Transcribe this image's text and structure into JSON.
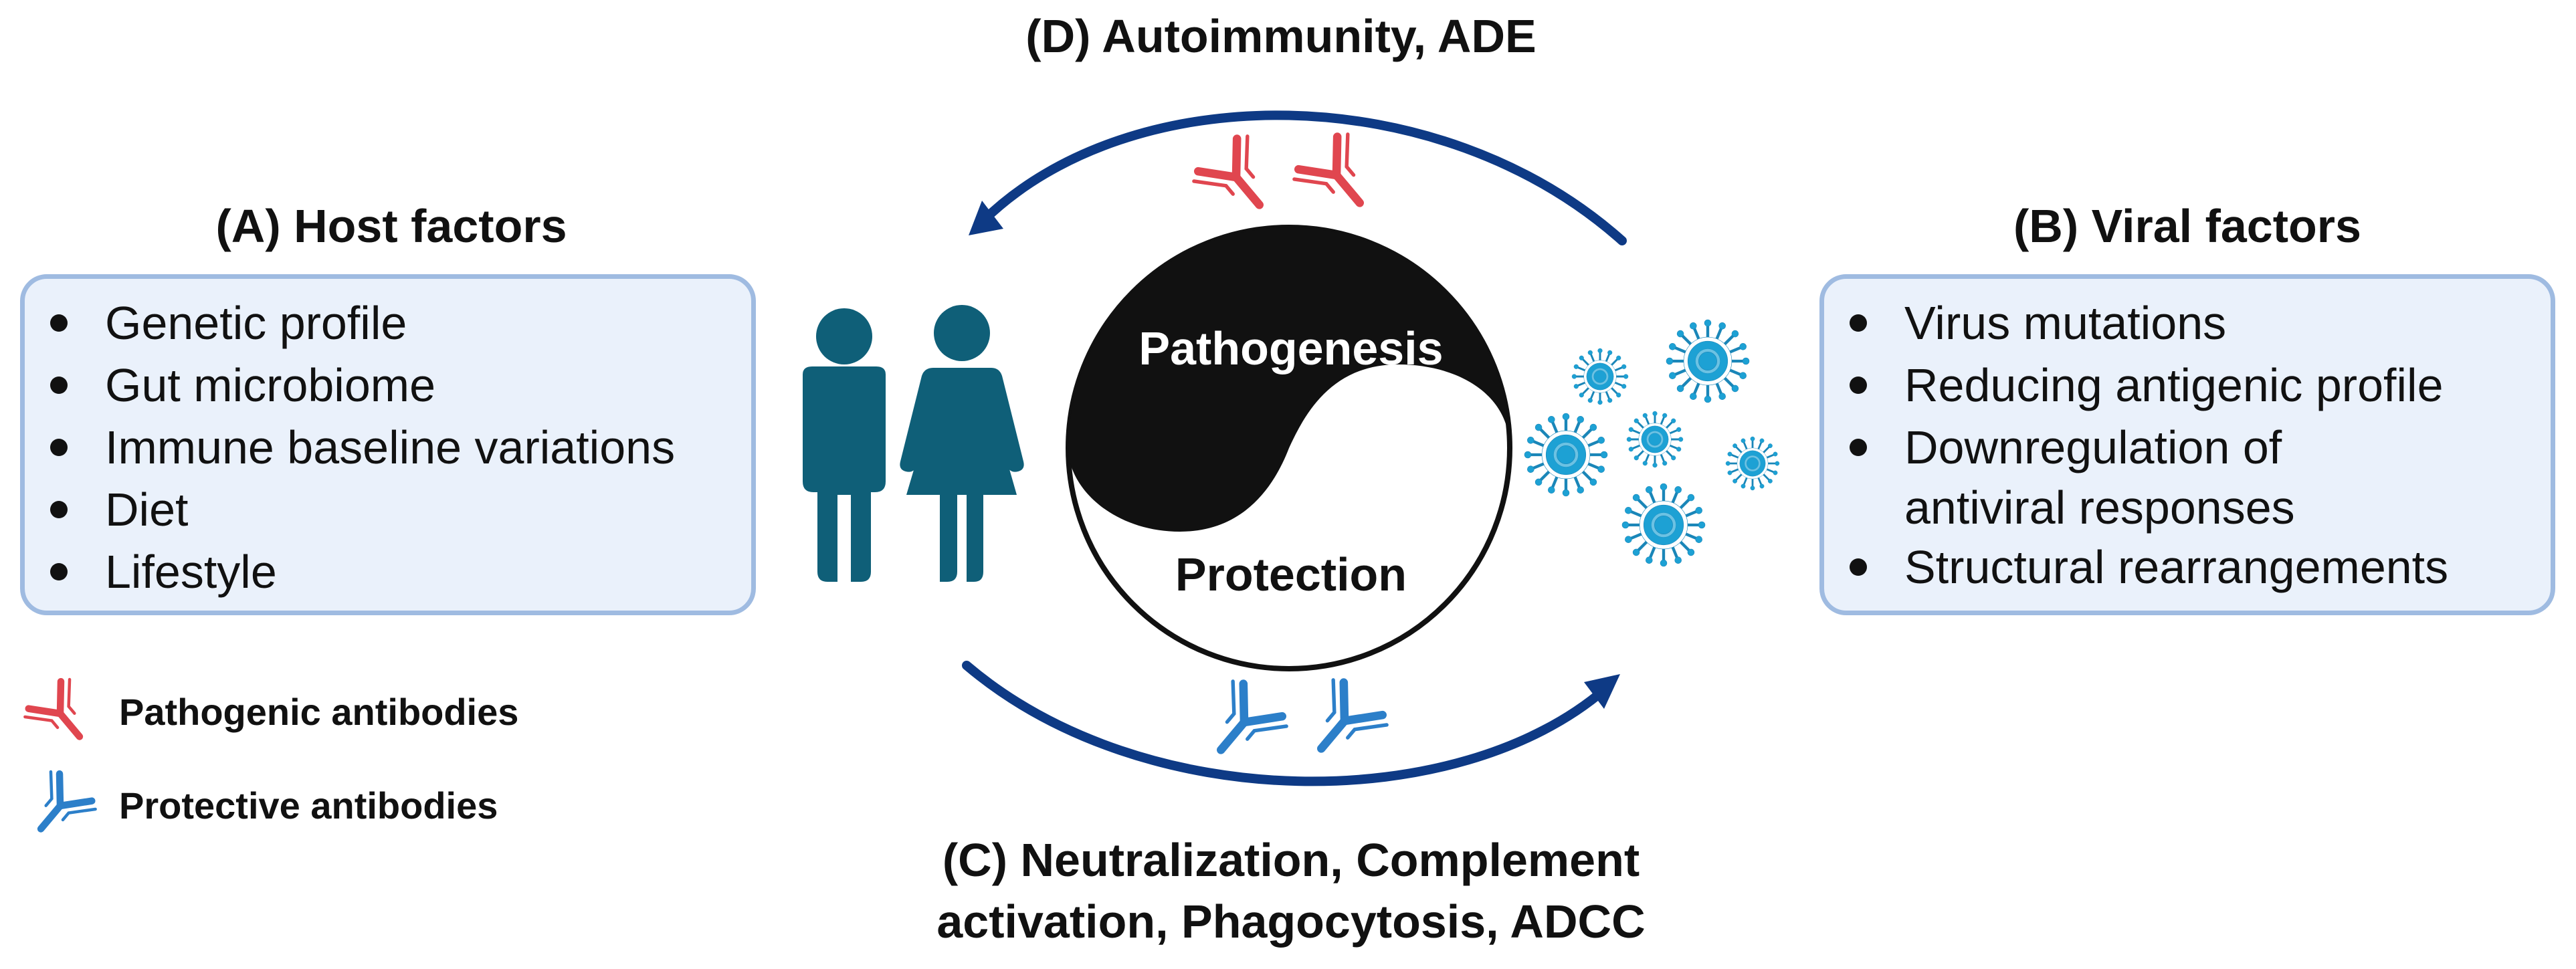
{
  "top_heading": "(D) Autoimmunity, ADE",
  "bottom_heading": {
    "line1": "(C) Neutralization, Complement",
    "line2": "activation, Phagocytosis, ADCC"
  },
  "host_factors": {
    "title": "(A) Host factors",
    "items": [
      "Genetic profile",
      "Gut microbiome",
      "Immune baseline variations",
      "Diet",
      "Lifestyle"
    ]
  },
  "viral_factors": {
    "title": "(B) Viral factors",
    "items": [
      "Virus mutations",
      "Reducing antigenic profile",
      "Downregulation of",
      "antiviral responses",
      "Structural rearrangements"
    ]
  },
  "yin_yang": {
    "top_label": "Pathogenesis",
    "bottom_label": "Protection"
  },
  "legend": {
    "pathogenic": "Pathogenic antibodies",
    "protective": "Protective antibodies"
  },
  "colors": {
    "arrow": "#0e3a85",
    "pathogenic_antibody": "#e0464f",
    "protective_antibody": "#2c7fc9",
    "people": "#0f5f78",
    "virus": "#1da1d4",
    "box_fill": "#eaf1fb",
    "box_border": "#9fbbe1"
  }
}
